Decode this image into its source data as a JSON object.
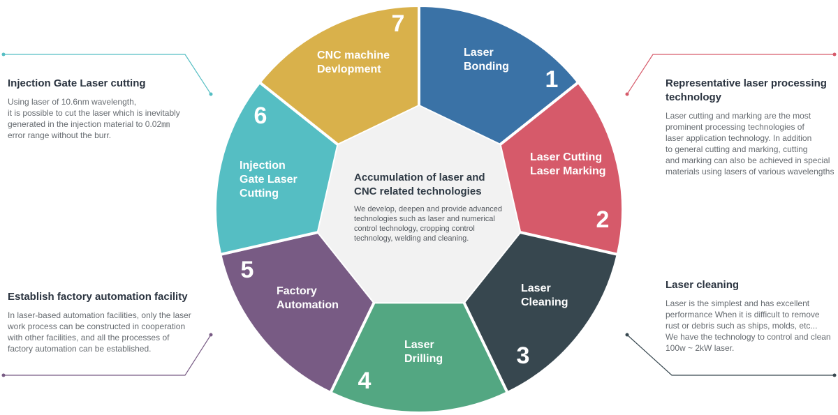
{
  "center": {
    "title_line1": "Accumulation of laser and",
    "title_line2": "CNC related technologies",
    "desc_lines": [
      "We develop, deepen and provide advanced",
      "technologies such as laser and numerical",
      "control technology, cropping control",
      "technology, welding and cleaning."
    ]
  },
  "segments": [
    {
      "number": "1",
      "color": "#3a72a6",
      "lines": [
        "Laser",
        "Bonding"
      ]
    },
    {
      "number": "2",
      "color": "#d65a6a",
      "lines": [
        "Laser Cutting",
        "Laser Marking"
      ]
    },
    {
      "number": "3",
      "color": "#37474f",
      "lines": [
        "Laser",
        "Cleaning"
      ]
    },
    {
      "number": "4",
      "color": "#53a782",
      "lines": [
        "Laser",
        "Drilling"
      ]
    },
    {
      "number": "5",
      "color": "#785b84",
      "lines": [
        "Factory",
        "Automation"
      ]
    },
    {
      "number": "6",
      "color": "#55bec3",
      "lines": [
        "Injection",
        "Gate Laser",
        "Cutting"
      ]
    },
    {
      "number": "7",
      "color": "#d9b14b",
      "lines": [
        "CNC machine",
        "Devlopment"
      ]
    }
  ],
  "side": {
    "left_top": {
      "title": "Injection Gate Laser cutting",
      "desc": "Using laser of 10.6nm wavelength,\nit is possible to cut the laser which is inevitably\ngenerated in the injection material to 0.02㎜\nerror range without the burr."
    },
    "left_bottom": {
      "title": "Establish factory automation facility",
      "desc": " In laser-based automation facilities, only the laser\nwork process can be constructed in cooperation\nwith other facilities, and all the processes of\nfactory automation can be established."
    },
    "right_top": {
      "title": "Representative laser processing technology",
      "desc": "Laser cutting and marking are the most\nprominent processing technologies of\nlaser application technology. In addition\nto general cutting and marking, cutting\nand marking can also be achieved in special\nmaterials using lasers of various wavelengths"
    },
    "right_bottom": {
      "title": "Laser cleaning",
      "desc": "Laser is the simplest and has excellent\nperformance When it is difficult to remove\nrust or debris such as ships, molds, etc...\nWe have the technology to control and clean\n100w ~ 2kW laser."
    }
  },
  "connector_colors": {
    "left_top": "#55bec3",
    "left_bottom": "#785b84",
    "right_top": "#d65a6a",
    "right_bottom": "#37474f"
  }
}
